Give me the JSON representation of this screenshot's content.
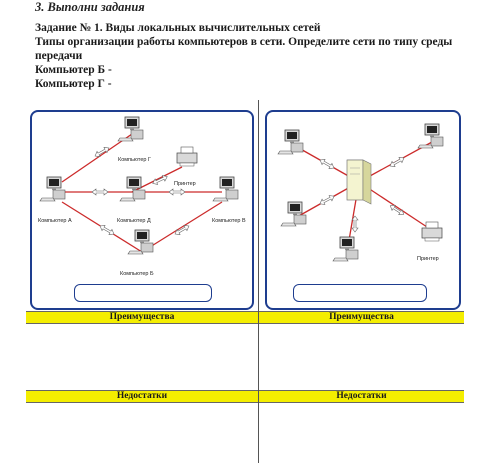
{
  "section_title": "3. Выполни задания",
  "task": {
    "line1": "Задание № 1. Виды локальных вычислительных сетей",
    "line2": "Типы организации работы компьютеров в сети. Определите сети по типу среды",
    "line3": "передачи",
    "line4": "Компьютер Б  -",
    "line5": "Компьютер Г -"
  },
  "diagram_left": {
    "labels": {
      "pc_g": "Компьютер Г",
      "printer": "Принтер",
      "pc_a": "Компьютер А",
      "pc_d": "Компьютер Д",
      "pc_v": "Компьютер В",
      "pc_b": "Компьютер Б"
    }
  },
  "diagram_right": {
    "labels": {
      "printer": "Принтер"
    }
  },
  "table": {
    "advantages_label": "Преимущества",
    "disadvantages_label": "Недостатки"
  },
  "colors": {
    "frame": "#1e3d8f",
    "header_fill": "#f4ee00",
    "link": "#cc2b2b"
  },
  "icons": [
    "computer-icon",
    "printer-icon",
    "server-cabinet-icon",
    "double-arrow-icon"
  ]
}
